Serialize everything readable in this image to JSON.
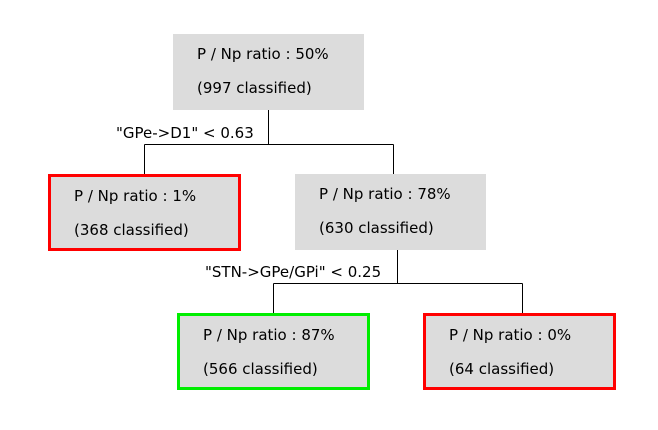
{
  "nodes": {
    "root": {
      "ratio": "P / Np ratio : 50%",
      "classified": "(997 classified)"
    },
    "left_1": {
      "ratio": "P / Np ratio : 1%",
      "classified": "(368 classified)"
    },
    "right_1": {
      "ratio": "P / Np ratio : 78%",
      "classified": "(630 classified)"
    },
    "left_2": {
      "ratio": "P / Np ratio : 87%",
      "classified": "(566 classified)"
    },
    "right_2": {
      "ratio": "P / Np ratio : 0%",
      "classified": "(64 classified)"
    }
  },
  "splits": {
    "root": "\"GPe->D1\" < 0.63",
    "right_1": "\"STN->GPe/GPi\" < 0.25"
  },
  "colors": {
    "node_fill": "#dcdcdc",
    "leaf_border_red": "#ff0000",
    "leaf_border_green": "#00ee00",
    "edge": "#000000"
  }
}
